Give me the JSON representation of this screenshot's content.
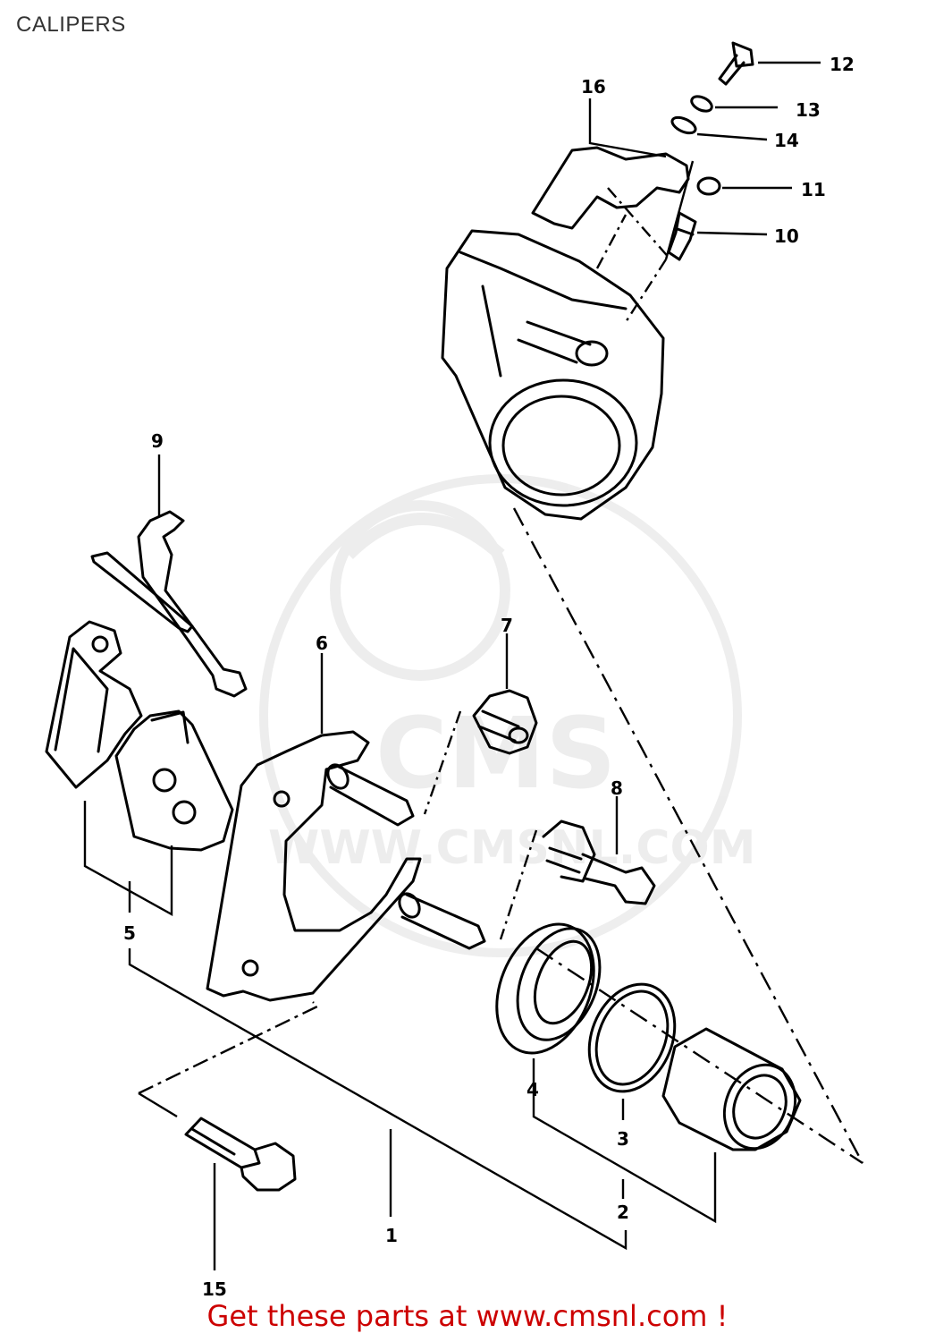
{
  "title": "CALIPERS",
  "watermark": {
    "brand": "CMS",
    "url": "WWW.CMSNL.COM"
  },
  "callouts": [
    "1",
    "2",
    "3",
    "4",
    "5",
    "6",
    "7",
    "8",
    "9",
    "10",
    "11",
    "12",
    "13",
    "14",
    "15",
    "16"
  ],
  "footer": "Get these parts at www.cmsnl.com !",
  "colors": {
    "line": "#000000",
    "footer": "#cc0000",
    "watermark": "#e6e6e6"
  }
}
